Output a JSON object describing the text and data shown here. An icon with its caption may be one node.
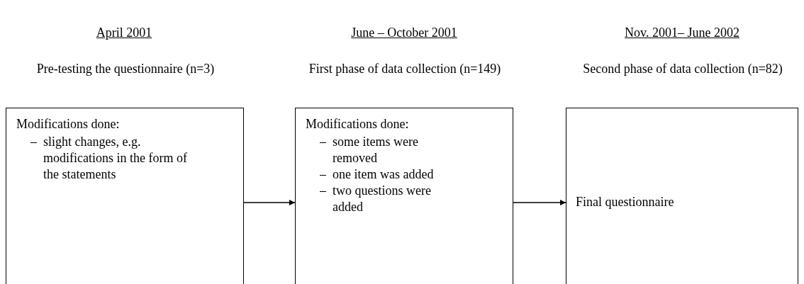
{
  "diagram": {
    "nodes": [
      {
        "text": [
          "Pre-testing the questionnaire (n=3)",
          "Modifications done:",
          "slight changes, e.g. modifications in the form of the statements"
        ]
      },
      {
        "text": [
          "First phase of data collection (n=149)",
          "Modifications done:",
          "some items were removed",
          "one item was added",
          "two questions were added"
        ]
      },
      {
        "text": [
          "Second phase of data collection (n=82)",
          "Final questionnaire"
        ]
      }
    ],
    "edges": [
      {
        "from": 0,
        "to": 1,
        "arrow": "to"
      },
      {
        "from": 1,
        "to": 2,
        "arrow": "to"
      }
    ],
    "labels": [
      "April 2001",
      "June – October 2001",
      "Nov. 2001– June 2002"
    ]
  }
}
